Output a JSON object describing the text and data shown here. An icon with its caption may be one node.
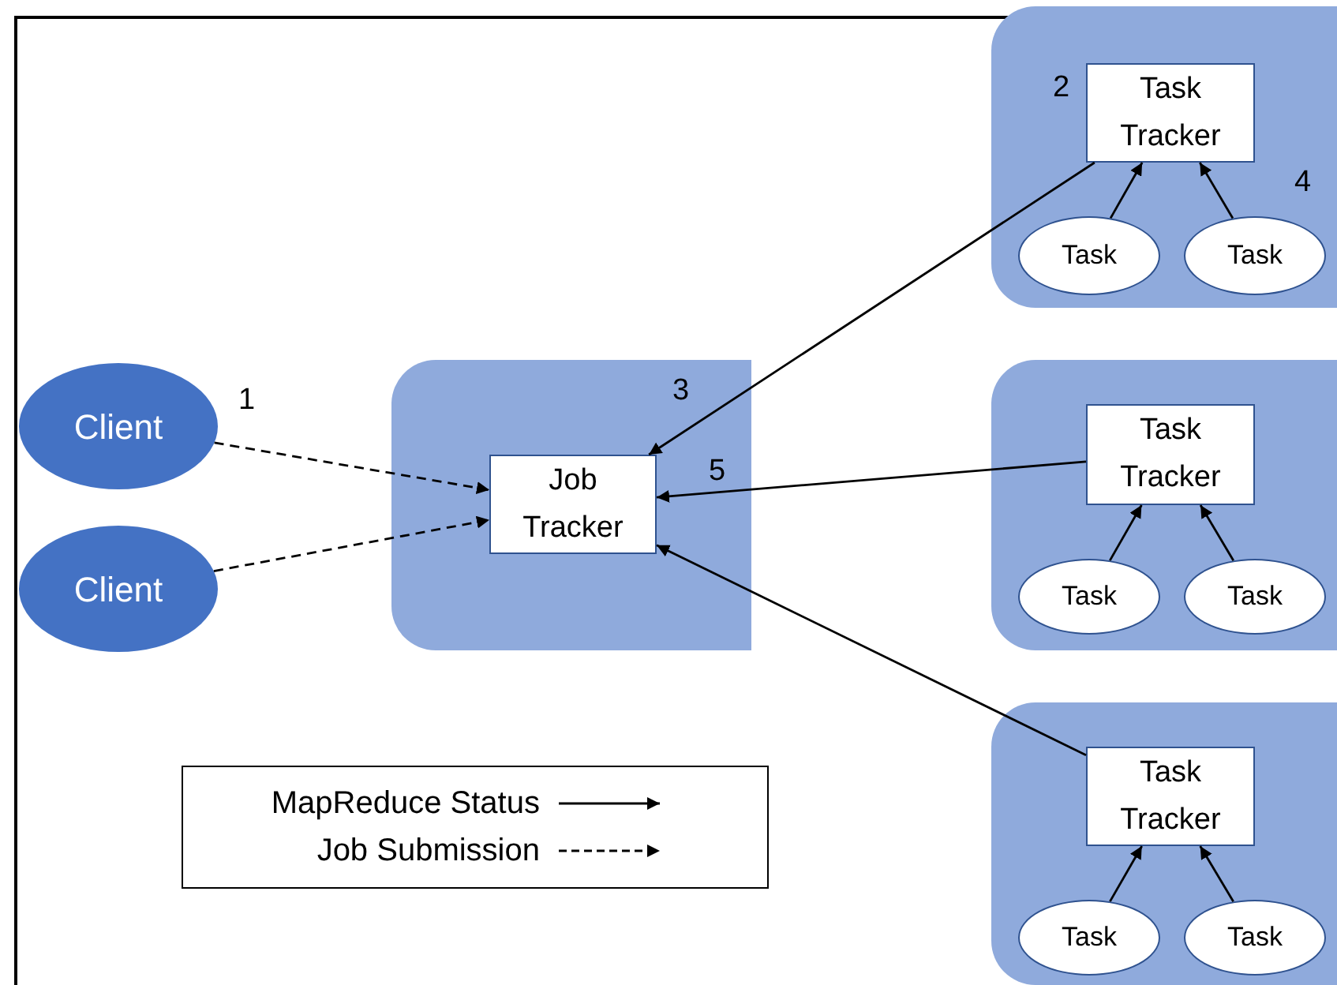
{
  "diagram": {
    "nodes": [
      {
        "text": [
          "Client"
        ]
      },
      {
        "text": [
          "Client"
        ]
      },
      {
        "text": [],
        "shape": "box"
      },
      {
        "text": [
          "Job Tracker"
        ],
        "in": 2
      },
      {
        "text": [],
        "shape": "box"
      },
      {
        "text": [
          "Task Tracker"
        ],
        "in": 4
      },
      {
        "text": [
          "Task"
        ],
        "in": 4
      },
      {
        "text": [
          "Task"
        ],
        "in": 4
      },
      {
        "text": [],
        "shape": "box"
      },
      {
        "text": [
          "Task Tracker"
        ],
        "in": 8
      },
      {
        "text": [
          "Task"
        ],
        "in": 8
      },
      {
        "text": [
          "Task"
        ],
        "in": 8
      },
      {
        "text": [],
        "shape": "box"
      },
      {
        "text": [
          "Task Tracker"
        ],
        "in": 12
      },
      {
        "text": [
          "Task"
        ],
        "in": 12
      },
      {
        "text": [
          "Task"
        ],
        "in": 12
      }
    ],
    "edges": [
      {
        "from": 0,
        "to": 3,
        "arrow": "to",
        "style": "dashed"
      },
      {
        "from": 1,
        "to": 3,
        "arrow": "to",
        "style": "dashed"
      },
      {
        "from": 5,
        "to": 3,
        "arrow": "to"
      },
      {
        "from": 9,
        "to": 3,
        "arrow": "to"
      },
      {
        "from": 13,
        "to": 3,
        "arrow": "to"
      },
      {
        "from": 6,
        "to": 5,
        "arrow": "to"
      },
      {
        "from": 7,
        "to": 5,
        "arrow": "to"
      },
      {
        "from": 10,
        "to": 9,
        "arrow": "to"
      },
      {
        "from": 11,
        "to": 9,
        "arrow": "to"
      },
      {
        "from": 14,
        "to": 13,
        "arrow": "to"
      },
      {
        "from": 15,
        "to": 13,
        "arrow": "to"
      }
    ],
    "labels": [
      "2",
      "4",
      "1",
      "3",
      "5"
    ],
    "legend": [
      {
        "text": "MapReduce Status"
      },
      {
        "text": "Job Submission"
      }
    ]
  }
}
